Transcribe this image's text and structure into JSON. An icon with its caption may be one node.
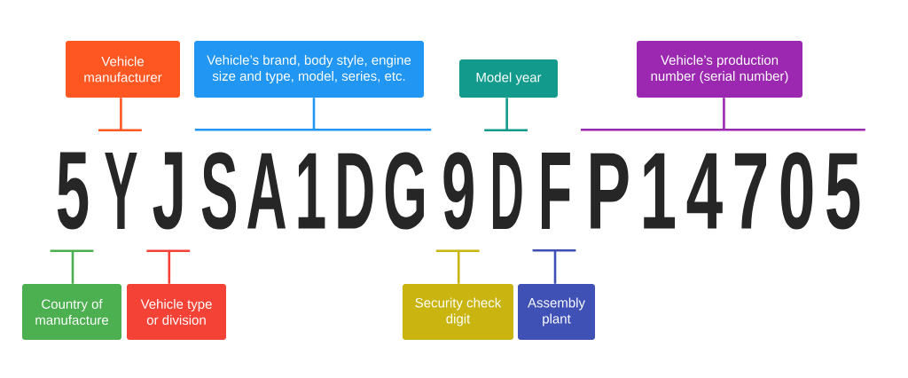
{
  "diagram": {
    "nodes": [
      {
        "text": [
          "Vehicle manufacturer"
        ]
      },
      {
        "text": [
          "Vehicle’s brand, body style, engine size and type, model, series, etc."
        ]
      },
      {
        "text": [
          "Model year"
        ]
      },
      {
        "text": [
          "Vehicle’s production number (serial number)"
        ]
      },
      {
        "text": [
          "5"
        ]
      },
      {
        "text": [
          "Y"
        ]
      },
      {
        "text": [
          "J"
        ]
      },
      {
        "text": [
          "SA1DG"
        ]
      },
      {
        "text": [
          "9"
        ]
      },
      {
        "text": [
          "D"
        ]
      },
      {
        "text": [
          "F"
        ]
      },
      {
        "text": [
          "P14705"
        ]
      },
      {
        "text": [
          "Country of manufacture"
        ]
      },
      {
        "text": [
          "Vehicle type or division"
        ]
      },
      {
        "text": [
          "Security check digit"
        ]
      },
      {
        "text": [
          "Assembly plant"
        ]
      }
    ],
    "edges": [
      {
        "from": 0,
        "to": 5,
        "arrow": "none",
        "color": "#ff5722"
      },
      {
        "from": 1,
        "to": 7,
        "arrow": "none",
        "color": "#2196f3"
      },
      {
        "from": 2,
        "to": 9,
        "arrow": "none",
        "color": "#129a8c"
      },
      {
        "from": 3,
        "to": 11,
        "arrow": "none",
        "color": "#9c27b0"
      },
      {
        "from": 12,
        "to": 4,
        "arrow": "none",
        "color": "#4caf50"
      },
      {
        "from": 13,
        "to": 6,
        "arrow": "none",
        "color": "#f44336"
      },
      {
        "from": 14,
        "to": 8,
        "arrow": "none",
        "color": "#c9b410"
      },
      {
        "from": 15,
        "to": 10,
        "arrow": "none",
        "color": "#3f51b5"
      }
    ]
  }
}
